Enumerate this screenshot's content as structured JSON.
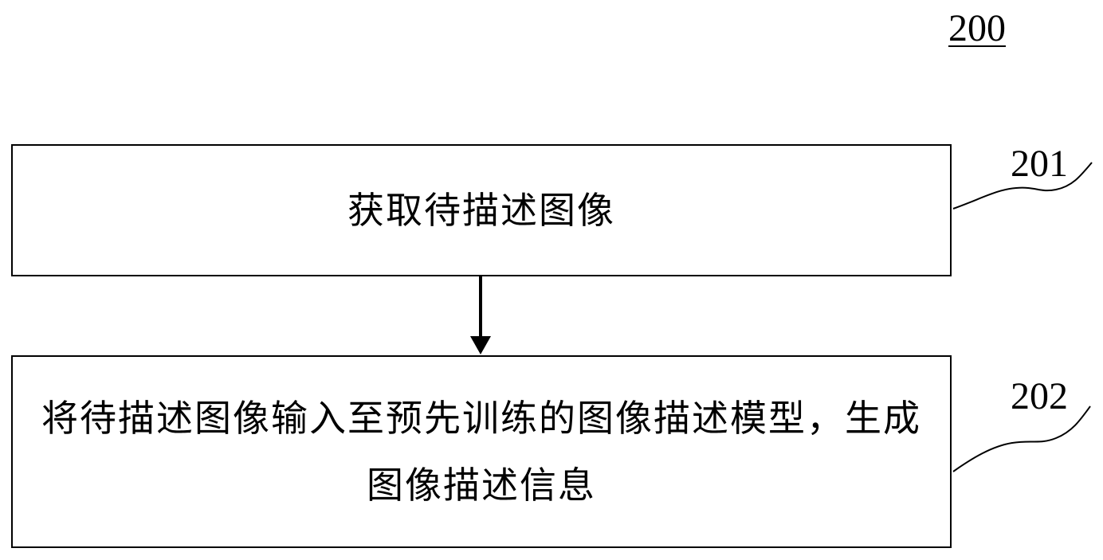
{
  "figure": {
    "number": "200"
  },
  "steps": [
    {
      "ref": "201",
      "text": "获取待描述图像"
    },
    {
      "ref": "202",
      "text": "将待描述图像输入至预先训练的图像描述模型，生成图像描述信息"
    }
  ]
}
